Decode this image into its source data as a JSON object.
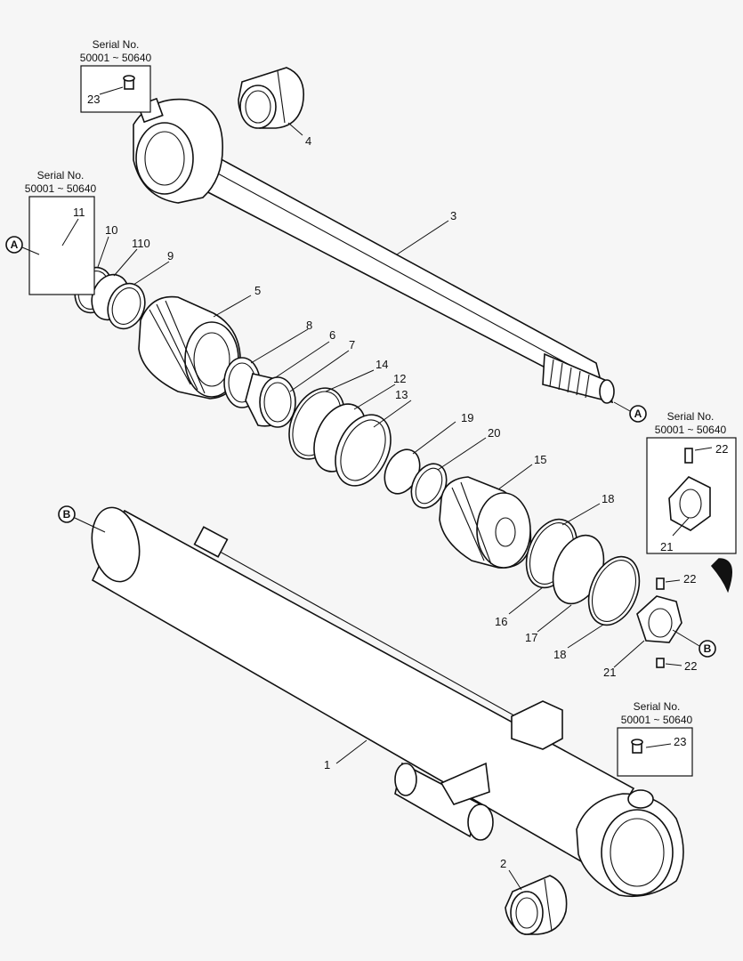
{
  "serial_note": {
    "line1": "Serial No.",
    "line2": "50001 ~ 50640"
  },
  "refs": {
    "a": "A",
    "b": "B"
  },
  "labels": {
    "p1": "1",
    "p2": "2",
    "p3": "3",
    "p4": "4",
    "p5": "5",
    "p6": "6",
    "p7": "7",
    "p8": "8",
    "p9": "9",
    "p10": "10",
    "p110": "110",
    "p11": "11",
    "p12": "12",
    "p13": "13",
    "p14": "14",
    "p15": "15",
    "p16": "16",
    "p17": "17",
    "p18a": "18",
    "p18b": "18",
    "p19": "19",
    "p20": "20",
    "p21a": "21",
    "p21b": "21",
    "p22a": "22",
    "p22b": "22",
    "p22c": "22",
    "p23a": "23",
    "p23b": "23"
  }
}
